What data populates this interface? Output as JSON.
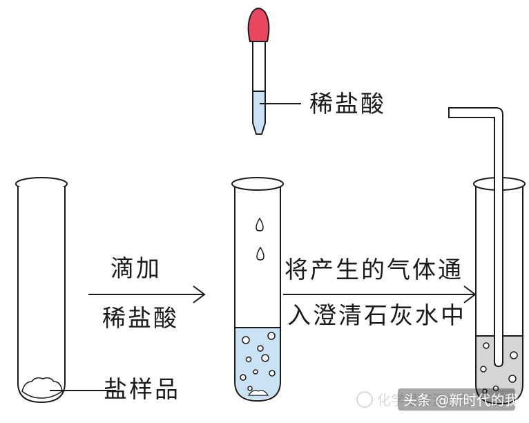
{
  "labels": {
    "dilute_hcl_dropper": "稀盐酸",
    "add_line1": "滴加",
    "add_line2": "稀盐酸",
    "salt_sample": "盐样品",
    "gas_line1": "将产生的气体通",
    "gas_line2": "入澄清石灰水中"
  },
  "watermark": {
    "back_text": "化学是有温度的",
    "front_text": "头条 @新时代的我"
  },
  "colors": {
    "outline": "#1a1a1a",
    "dropper_bulb": "#e8475f",
    "hcl_liquid": "#c9e3f5",
    "limewater_liquid": "#d6d6d6"
  }
}
